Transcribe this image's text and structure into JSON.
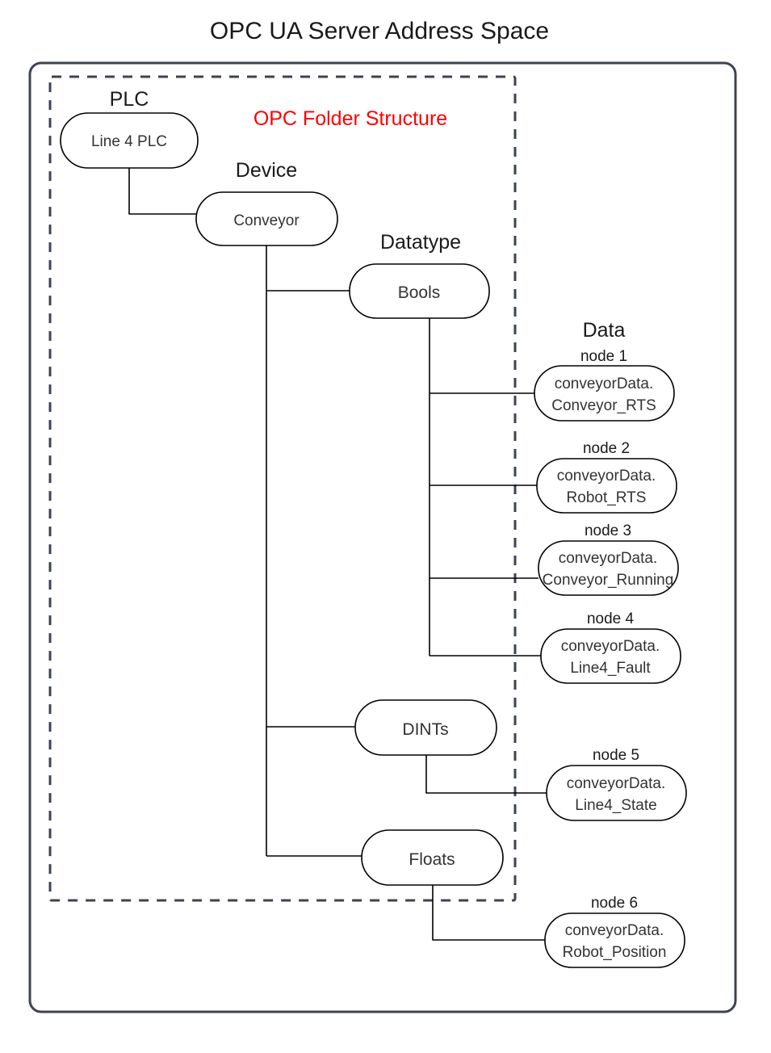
{
  "title": "OPC UA Server Address Space",
  "folder_structure_label": "OPC Folder Structure",
  "colors": {
    "folder_caption": "#ff0000",
    "frame": "#3d4351",
    "node_stroke": "#000000",
    "text": "#333333",
    "background": "#ffffff"
  },
  "group_labels": {
    "plc": "PLC",
    "device": "Device",
    "datatype": "Datatype",
    "data": "Data"
  },
  "nodes": {
    "plc": {
      "label": "Line 4 PLC"
    },
    "device": {
      "label": "Conveyor"
    },
    "bools": {
      "label": "Bools"
    },
    "dints": {
      "label": "DINTs"
    },
    "floats": {
      "label": "Floats"
    }
  },
  "data_nodes": [
    {
      "caption": "node 1",
      "line1": "conveyorData.",
      "line2": "Conveyor_RTS"
    },
    {
      "caption": "node 2",
      "line1": "conveyorData.",
      "line2": "Robot_RTS"
    },
    {
      "caption": "node 3",
      "line1": "conveyorData.",
      "line2": "Conveyor_Running"
    },
    {
      "caption": "node 4",
      "line1": "conveyorData.",
      "line2": "Line4_Fault"
    },
    {
      "caption": "node 5",
      "line1": "conveyorData.",
      "line2": "Line4_State"
    },
    {
      "caption": "node 6",
      "line1": "conveyorData.",
      "line2": "Robot_Position"
    }
  ]
}
